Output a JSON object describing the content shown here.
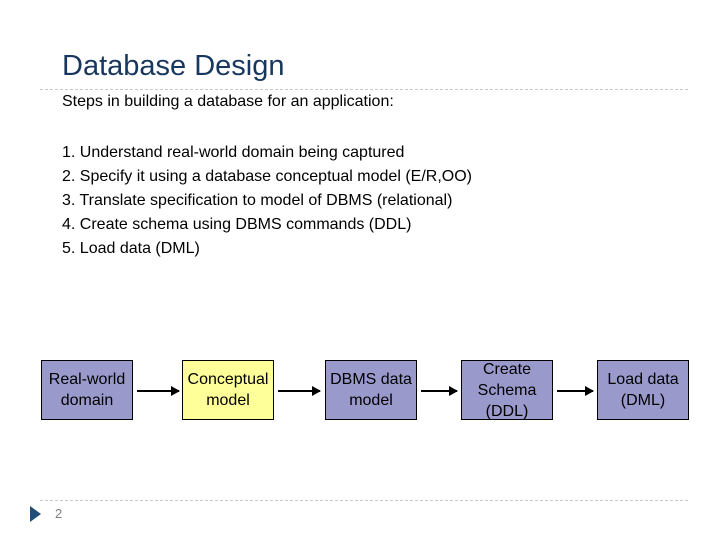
{
  "slide": {
    "title": "Database Design",
    "subtitle": "Steps in building a database for an application:",
    "steps": [
      "1. Understand real-world domain being captured",
      "2. Specify it using a database conceptual model (E/R,OO)",
      "3. Translate specification to model of DBMS (relational)",
      "4. Create schema using DBMS commands (DDL)",
      "5. Load data (DML)"
    ],
    "flow": [
      {
        "line1": "Real-world",
        "line2": "domain",
        "line3": ""
      },
      {
        "line1": "Conceptual",
        "line2": "model",
        "line3": ""
      },
      {
        "line1": "DBMS data",
        "line2": "model",
        "line3": ""
      },
      {
        "line1": "Create",
        "line2": "Schema",
        "line3": "(DDL)"
      },
      {
        "line1": "Load data",
        "line2": "(DML)",
        "line3": ""
      }
    ],
    "page_number": "2"
  },
  "colors": {
    "title": "#17375e",
    "box_purple": "#9999cc",
    "box_yellow": "#ffff99",
    "footer_marker": "#1f4e79"
  }
}
